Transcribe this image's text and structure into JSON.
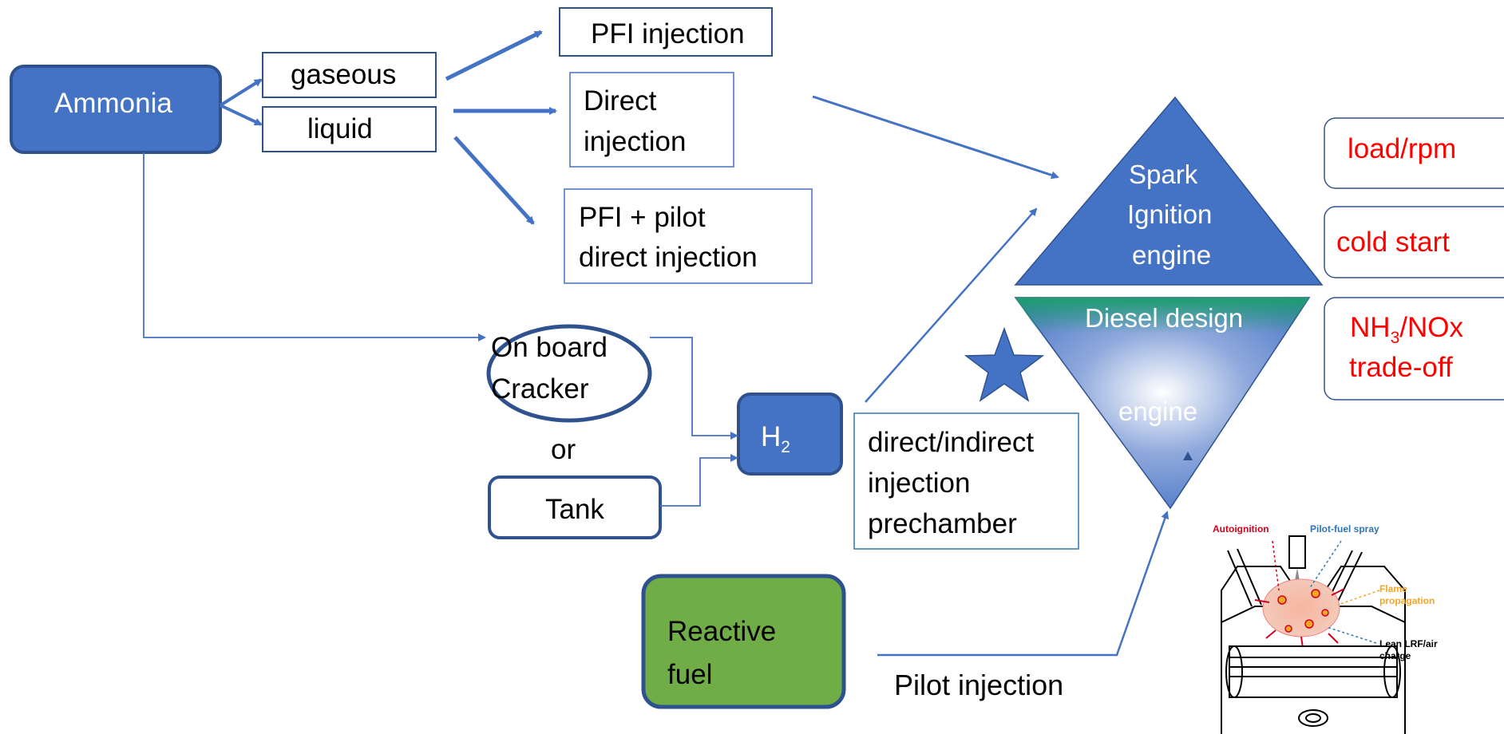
{
  "colors": {
    "accent_blue": "#4472C4",
    "dark_blue": "#2F528F",
    "green": "#70AD47",
    "red_text": "#FF0000",
    "teal": "#1E9E6E"
  },
  "nodes": {
    "ammonia": "Ammonia",
    "gaseous": "gaseous",
    "liquid": "liquid",
    "pfi_injection": "PFI injection",
    "direct_injection": [
      "Direct",
      "injection"
    ],
    "pfi_pilot": [
      "PFI + pilot",
      "direct injection"
    ],
    "cracker": [
      "On board",
      "Cracker"
    ],
    "or": "or",
    "tank": "Tank",
    "h2": {
      "base": "H",
      "sub": "2"
    },
    "prechamber": [
      "direct/indirect",
      "injection",
      "prechamber"
    ],
    "reactive_fuel": [
      "Reactive",
      "fuel"
    ],
    "pilot_injection": "Pilot injection",
    "si_engine": [
      "Spark",
      "Ignition",
      "engine"
    ],
    "diesel_engine": [
      "Diesel design",
      "engine"
    ]
  },
  "issues": {
    "load": "load/rpm",
    "cold_start": "cold start",
    "tradeoff": {
      "base1": "NH",
      "sub": "3",
      "base2": "/NOx",
      "line2": "trade-off"
    }
  },
  "engine_illustration": {
    "autoignition": "Autoignition",
    "pilot_spray": "Pilot-fuel spray",
    "flame": [
      "Flame",
      "propagation"
    ],
    "lean": [
      "Lean LRF/air",
      "charge"
    ]
  }
}
